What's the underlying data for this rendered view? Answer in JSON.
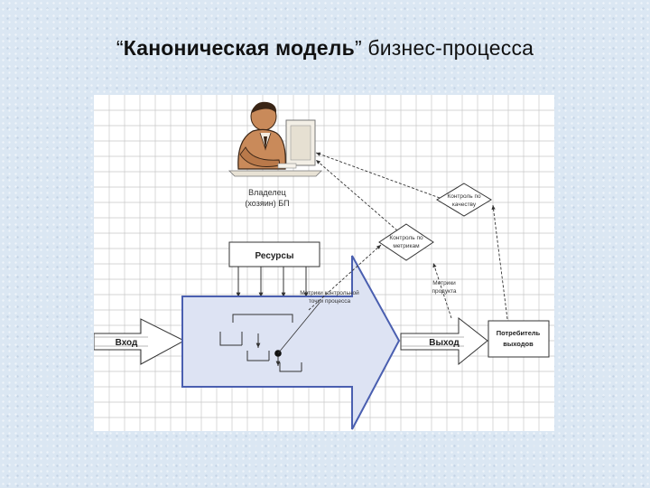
{
  "title": {
    "quote_open": "“",
    "main": "Каноническая модель",
    "quote_close": "”",
    "rest": " бизнес-процесса"
  },
  "diagram": {
    "owner_label_line1": "Владелец",
    "owner_label_line2": "(хозяин) БП",
    "resources": "Ресурсы",
    "input": "Вход",
    "output": "Выход",
    "consumer_line1": "Потребитель",
    "consumer_line2": "выходов",
    "control_quality_line1": "Контроль по",
    "control_quality_line2": "качеству",
    "control_metrics_line1": "Контроль по",
    "control_metrics_line2": "метрикам",
    "metrics_control_point_line1": "Метрики контрольной",
    "metrics_control_point_line2": "точки процесса",
    "product_metrics_line1": "Метрики",
    "product_metrics_line2": "продукта"
  },
  "colors": {
    "grid": "#c8c8c8",
    "arrow_fill": "#dde3f3",
    "arrow_stroke": "#4a5fb0",
    "skin": "#c98a5a",
    "line": "#333333"
  }
}
